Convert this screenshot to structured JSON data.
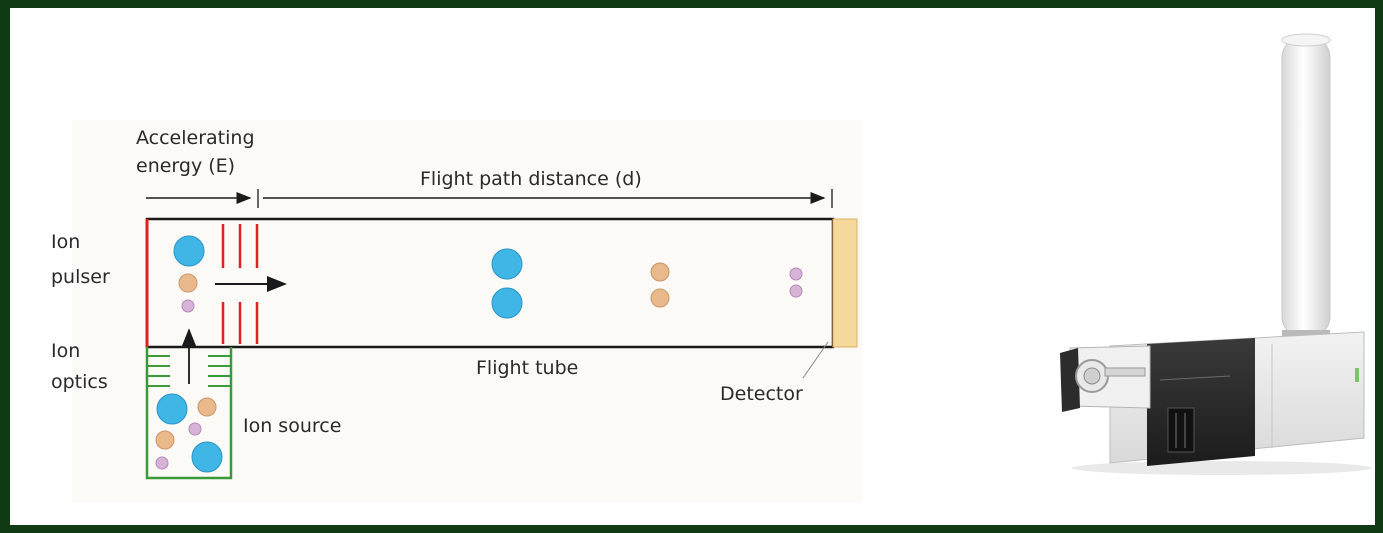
{
  "diagram": {
    "labels": {
      "accelerating_line1": "Accelerating",
      "accelerating_line2": "energy (E)",
      "flight_path": "Flight path distance (d)",
      "ion_pulser_line1": "Ion",
      "ion_pulser_line2": "pulser",
      "ion_optics_line1": "Ion",
      "ion_optics_line2": "optics",
      "ion_source": "Ion source",
      "flight_tube": "Flight tube",
      "detector": "Detector"
    },
    "colors": {
      "background_border": "#0f3a14",
      "pulser": "#e02020",
      "optics": "#3a9a3a",
      "tube_outline": "#1a1a1a",
      "detector": "#f6d89a",
      "ion_large": "#3fb6e6",
      "ion_medium": "#e9b88b",
      "ion_small": "#d7b3d8"
    }
  },
  "instrument_photo": {
    "icon": "mass-spectrometer-instrument-icon"
  }
}
